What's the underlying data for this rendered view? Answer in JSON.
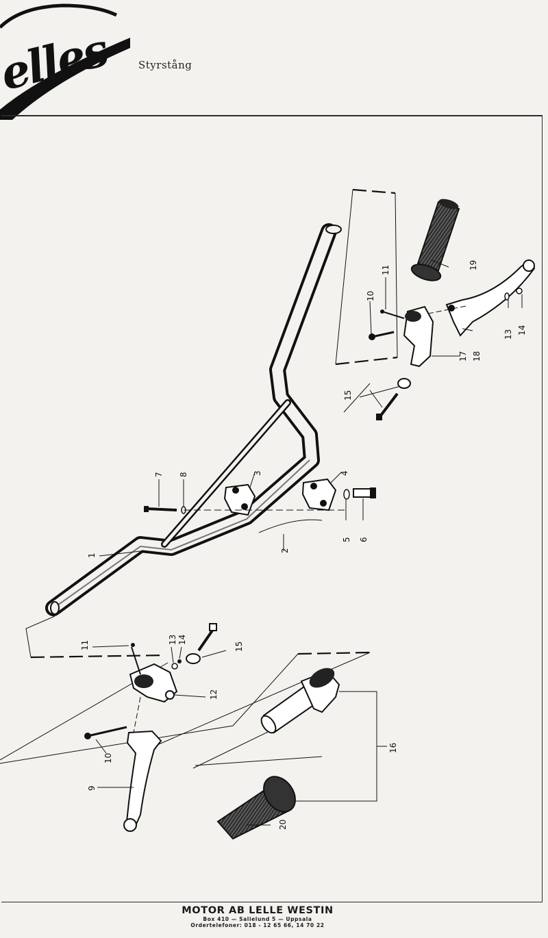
{
  "header": {
    "logo_text": "Lelles",
    "title": "Styrstång"
  },
  "callouts": [
    "1",
    "2",
    "3",
    "4",
    "5",
    "6",
    "7",
    "8",
    "9",
    "10",
    "10",
    "11",
    "11",
    "12",
    "13",
    "13",
    "14",
    "14",
    "15",
    "15",
    "16",
    "17",
    "18",
    "19",
    "20"
  ],
  "footer": {
    "company": "MOTOR AB LELLE WESTIN",
    "address": "Box 410 — Salielund 5 — Uppsala",
    "phones": "Ordertelefoner: 018 - 12 65 66, 14 70 22"
  },
  "colors": {
    "paper": "#f4f2ee",
    "ink": "#1a1a1a"
  }
}
